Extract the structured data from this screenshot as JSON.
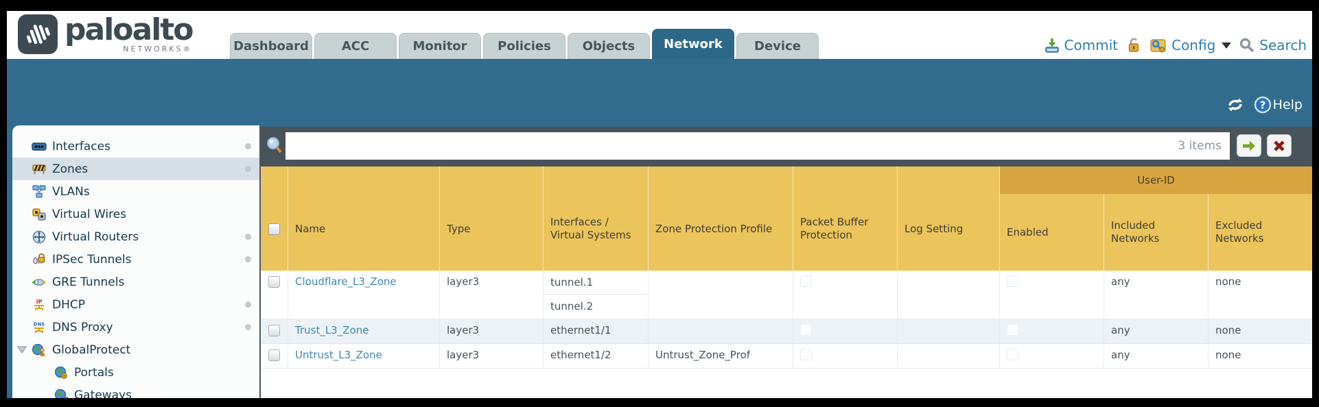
{
  "header": {
    "brand": "paloalto",
    "brand_sub": "NETWORKS®",
    "tabs": [
      {
        "label": "Dashboard",
        "active": false
      },
      {
        "label": "ACC",
        "active": false
      },
      {
        "label": "Monitor",
        "active": false
      },
      {
        "label": "Policies",
        "active": false
      },
      {
        "label": "Objects",
        "active": false
      },
      {
        "label": "Network",
        "active": true
      },
      {
        "label": "Device",
        "active": false
      }
    ],
    "utilities": {
      "commit_label": "Commit",
      "config_label": "Config",
      "search_label": "Search"
    }
  },
  "toolbar": {
    "help_label": "Help"
  },
  "sidebar": {
    "items": [
      {
        "label": "Interfaces",
        "icon": "interfaces-icon",
        "selected": false,
        "dot": true
      },
      {
        "label": "Zones",
        "icon": "zones-icon",
        "selected": true,
        "dot": true
      },
      {
        "label": "VLANs",
        "icon": "vlans-icon",
        "selected": false,
        "dot": false
      },
      {
        "label": "Virtual Wires",
        "icon": "virtual-wires-icon",
        "selected": false,
        "dot": false
      },
      {
        "label": "Virtual Routers",
        "icon": "virtual-routers-icon",
        "selected": false,
        "dot": true
      },
      {
        "label": "IPSec Tunnels",
        "icon": "ipsec-tunnels-icon",
        "selected": false,
        "dot": true
      },
      {
        "label": "GRE Tunnels",
        "icon": "gre-tunnels-icon",
        "selected": false,
        "dot": false
      },
      {
        "label": "DHCP",
        "icon": "dhcp-icon",
        "selected": false,
        "dot": true
      },
      {
        "label": "DNS Proxy",
        "icon": "dns-proxy-icon",
        "selected": false,
        "dot": true
      },
      {
        "label": "GlobalProtect",
        "icon": "globalprotect-icon",
        "selected": false,
        "dot": false,
        "expanded": true
      },
      {
        "label": "Portals",
        "icon": "portals-icon",
        "selected": false,
        "dot": false,
        "child": true
      },
      {
        "label": "Gateways",
        "icon": "gateways-icon",
        "selected": false,
        "dot": false,
        "child": true
      }
    ]
  },
  "filterbar": {
    "items_count": "3 items"
  },
  "table": {
    "user_id_group_label": "User-ID",
    "columns": [
      "Name",
      "Type",
      "Interfaces / Virtual Systems",
      "Zone Protection Profile",
      "Packet Buffer Protection",
      "Log Setting",
      "Enabled",
      "Included Networks",
      "Excluded Networks"
    ],
    "rows": [
      {
        "name": "Cloudflare_L3_Zone",
        "type": "layer3",
        "interfaces": [
          "tunnel.1",
          "tunnel.2"
        ],
        "zone_protection_profile": "",
        "log_setting": "",
        "included_networks": "any",
        "excluded_networks": "none"
      },
      {
        "name": "Trust_L3_Zone",
        "type": "layer3",
        "interfaces": [
          "ethernet1/1"
        ],
        "zone_protection_profile": "",
        "log_setting": "",
        "included_networks": "any",
        "excluded_networks": "none"
      },
      {
        "name": "Untrust_L3_Zone",
        "type": "layer3",
        "interfaces": [
          "ethernet1/2"
        ],
        "zone_protection_profile": "Untrust_Zone_Prof",
        "log_setting": "",
        "included_networks": "any",
        "excluded_networks": "none"
      }
    ]
  },
  "colors": {
    "band_teal": "#316b8d",
    "content_slate": "#48535a",
    "header_amber": "#ecc45c",
    "user_id_amber": "#d8a640",
    "link_blue": "#3c87b2",
    "utility_blue": "#2d7cb4",
    "selected_row": "#d6dfe5"
  }
}
